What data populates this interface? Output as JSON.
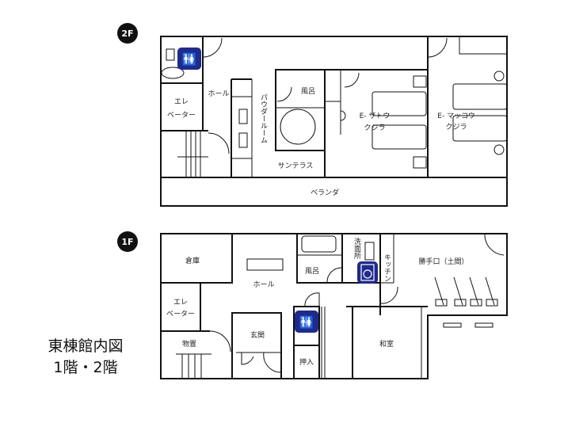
{
  "title": {
    "line1": "東棟館内図",
    "line2": "1階・2階"
  },
  "floor2": {
    "badge": "2F",
    "rooms": {
      "hall": "ホール",
      "elevator1": "エレ",
      "elevator2": "ベーター",
      "powder": "パウダールーム",
      "bath": "風呂",
      "sunterrace": "サンテラス",
      "zatou1": "E- ザトウ",
      "zatou2": "クジラ",
      "makko1": "E- マッコウ",
      "makko2": "クジラ",
      "veranda": "ベランダ"
    }
  },
  "floor1": {
    "badge": "1F",
    "rooms": {
      "storage": "倉庫",
      "hall": "ホール",
      "bath": "風呂",
      "washroom": "洗面所",
      "kitchen": "キッチン",
      "backdoor": "勝手口（土間）",
      "elevator1": "エレ",
      "elevator2": "ベーター",
      "closet": "物置",
      "entrance": "玄関",
      "oshiire": "押入",
      "washitsu": "和室"
    }
  },
  "colors": {
    "icon_bg": "#1f2a8c",
    "wall": "#111111"
  }
}
